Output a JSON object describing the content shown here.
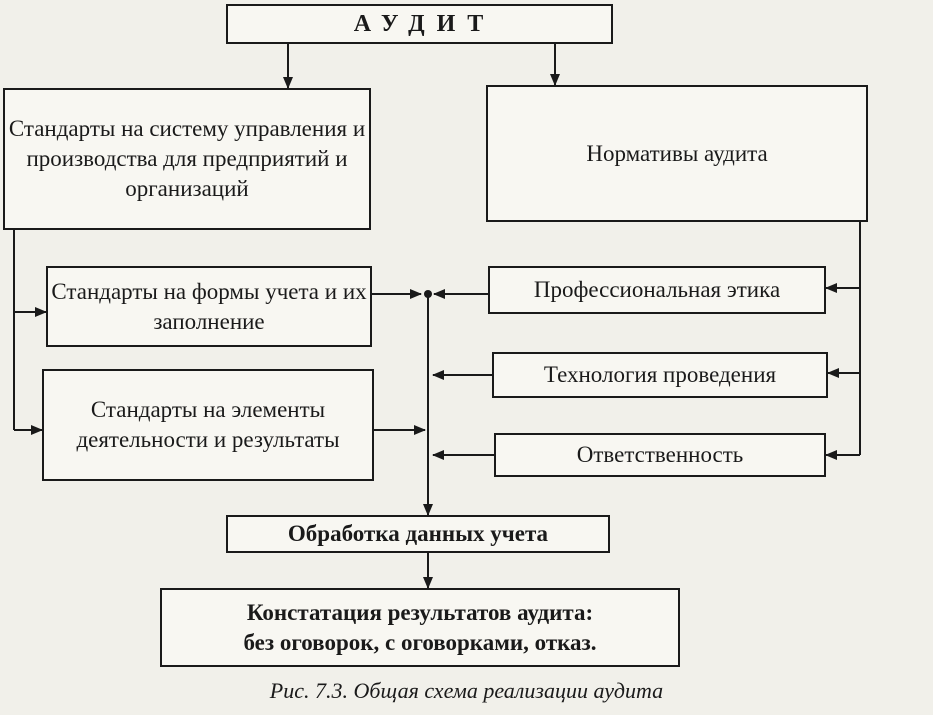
{
  "title": "АУДИТ",
  "boxes": {
    "standards_management": "Стандарты на систему управления и производства для предприятий и организаций",
    "audit_norms": "Нормативы аудита",
    "standards_accounting_forms": "Стандарты на формы учета и их заполнение",
    "standards_activity_elements": "Стандарты на элементы деятельности и результаты",
    "professional_ethics": "Профессиональная этика",
    "conduct_technology": "Технология проведения",
    "responsibility": "Ответственность",
    "data_processing": "Обработка данных учета",
    "audit_results_line1": "Констатация результатов аудита:",
    "audit_results_line2": "без оговорок, с оговорками, отказ."
  },
  "caption": "Рис. 7.3. Общая схема реализации аудита"
}
